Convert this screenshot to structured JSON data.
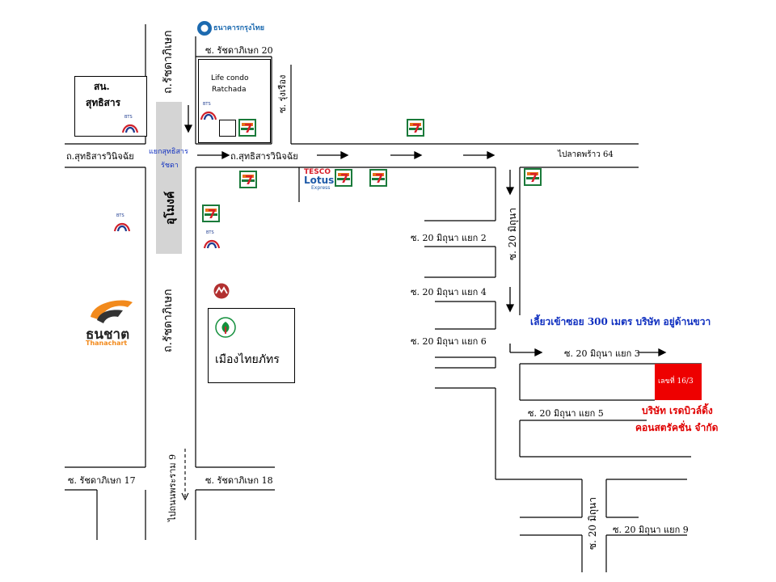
{
  "roads": {
    "ratchadaphisek_top": "ถ.รัชดาภิเษก",
    "ratchadaphisek_bottom": "ถ.รัชดาภิเษก",
    "sutthisan_left": "ถ.สุทธิสารวินิจฉัย",
    "sutthisan_right": "ถ.สุทธิสารวินิจฉัย",
    "to_lat_phrao": "ไปลาดพร้าว 64",
    "soi_ratchada_20": "ซ. รัชดาภิเษก 20",
    "soi_ratchada_18": "ซ. รัชดาภิเษก 18",
    "soi_ratchada_17": "ซ. รัชดาภิเษก 17",
    "soi_rung_rueang": "ซ. รุ่งเรือง",
    "soi_20_mithuna_top": "ซ. 20 มิถุนา",
    "soi_20_mithuna_bottom": "ซ. 20 มิถุนา",
    "soi_2": "ซ. 20 มิถุนา แยก 2",
    "soi_4": "ซ. 20 มิถุนา แยก 4",
    "soi_6": "ซ. 20 มิถุนา แยก 6",
    "soi_3": "ซ. 20 มิถุนา แยก 3",
    "soi_5": "ซ. 20 มิถุนา แยก 5",
    "soi_9": "ซ. 20 มิถุนา แยก 9",
    "to_nonthaburi": "ไปถนนพระราม 9"
  },
  "places": {
    "post_office_line1": "สน.",
    "post_office_line2": "สุทธิสาร",
    "life_condo_line1": "Life condo",
    "life_condo_line2": "Ratchada",
    "intersection_line1": "แยกสุทธิสาร",
    "intersection_line2": "รัชดา",
    "underpass": "อุโมงค์",
    "mueang_thai": "เมืองไทยภัทร",
    "thanachart_thai": "ธนชาต",
    "thanachart_en": "Thanachart",
    "bangkok_bank": "ธนาคารกรุงไทย",
    "tesco_line1": "TESCO",
    "tesco_line2": "Lotus",
    "tesco_line3": "Express",
    "bts": "BTS",
    "seven_eleven": "7"
  },
  "directions": {
    "instruction": "เลี้ยวเข้าซอย 300 เมตร บริษัท อยู่ด้านขวา",
    "house_number": "เลขที่ 16/3",
    "company_line1": "บริษัท เรดบิวล์ดิ้ง",
    "company_line2": "คอนสตรัคชั่น จำกัด"
  },
  "colors": {
    "destination": "#ee0000",
    "instruction_text": "#1030c0",
    "company_text": "#e00000",
    "underpass_fill": "#d4d4d4",
    "seven_green": "#1a7a3a",
    "seven_orange": "#e8731a",
    "seven_red": "#d81e2a",
    "bts_red": "#d0202a",
    "bts_blue": "#1e3c90",
    "thanachart_orange": "#f28a1c",
    "kbank_green": "#138f3c"
  }
}
